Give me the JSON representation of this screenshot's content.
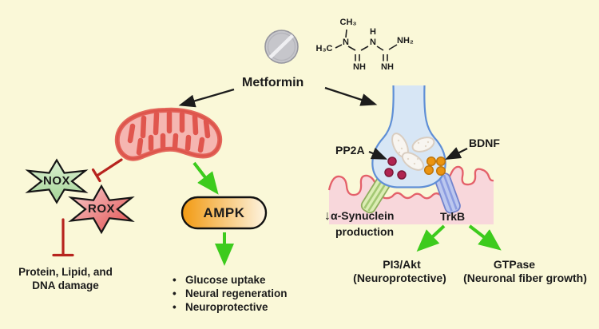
{
  "background": "#FAF8D8",
  "palette": {
    "arrow_green": "#3DCB1D",
    "inhibit_red": "#B7241E",
    "arrow_black": "#1C1C1C",
    "nox_green": "#B7DFAA",
    "rox_red": "#E25050",
    "ampk_orange": "#F29A12",
    "mitochondria_red": "#E0564E",
    "synapse_blue": "#D7E6F5",
    "synapse_outline": "#5F8FD6",
    "membrane_pink": "#F8D7DB",
    "membrane_red": "#E4606A",
    "pp2a_maroon": "#B02450",
    "bdnf_orange": "#EB9410"
  },
  "drug": {
    "name": "Metformin",
    "structure_labels": {
      "ch3": "CH₃",
      "h": "H",
      "nh2": "NH₂",
      "h3c": "H₃C",
      "n1": "N",
      "n2": "N",
      "nh_a": "NH",
      "nh_b": "NH"
    }
  },
  "left_pathway": {
    "nox": "NOX",
    "rox": "ROX",
    "damage": "Protein, Lipid, and\nDNA damage"
  },
  "middle_pathway": {
    "ampk": "AMPK",
    "bullet": "•",
    "effects": [
      "Glucose uptake",
      "Neural regeneration",
      "Neuroprotective"
    ]
  },
  "right_pathway": {
    "pp2a": "PP2A",
    "bdnf": "BDNF",
    "down_arrow": "↓",
    "synuclein_line1": "α-Synuclein",
    "synuclein_line2": "production",
    "trkb": "TrkB",
    "pi3akt": "PI3/Akt",
    "pi3akt_note": "(Neuroprotective)",
    "gtpase": "GTPase",
    "gtpase_note": "(Neuronal fiber growth)"
  }
}
